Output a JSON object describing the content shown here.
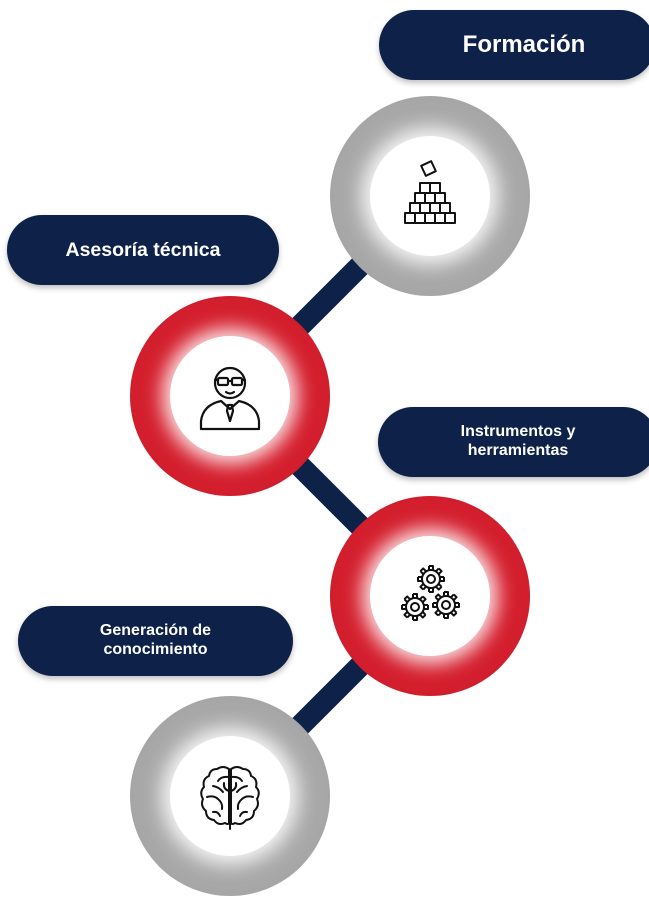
{
  "colors": {
    "navy": "#0e2148",
    "red": "#d41f2e",
    "gray": "#a9a9a9"
  },
  "labels": {
    "formacion": "Formación",
    "asesoria": "Asesoría técnica",
    "instrumentos_line1": "Instrumentos y",
    "instrumentos_line2": "herramientas",
    "generacion_line1": "Generación de",
    "generacion_line2": "conocimiento"
  },
  "icons": {
    "formacion": "building-blocks-icon",
    "asesoria": "advisor-person-icon",
    "instrumentos": "gears-icon",
    "generacion": "brain-icon"
  }
}
